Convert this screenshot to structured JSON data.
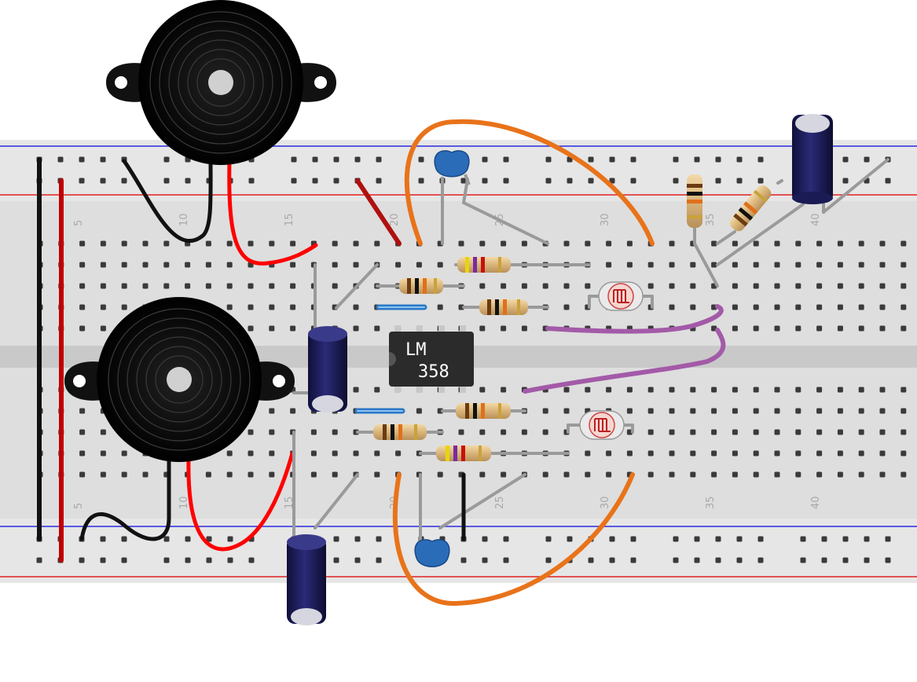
{
  "breadboard": {
    "column_numbers_top": [
      "5",
      "10",
      "15",
      "20",
      "25",
      "30",
      "35",
      "40"
    ],
    "column_numbers_bottom": [
      "5",
      "10",
      "15",
      "20",
      "25",
      "30",
      "35",
      "40"
    ]
  },
  "ic": {
    "line1": "LM",
    "line2": "358"
  },
  "colors": {
    "board": "#dcdcdc",
    "rail_blue": "#2a2ae0",
    "rail_red": "#e02020",
    "wire_black": "#111111",
    "wire_red": "#ff0000",
    "wire_orange": "#e8731a",
    "wire_purple": "#a35aa8",
    "jumper_gray": "#9a9a9a",
    "capacitor_blue": "#2b6cb8",
    "electrolytic": "#1a1a55"
  }
}
